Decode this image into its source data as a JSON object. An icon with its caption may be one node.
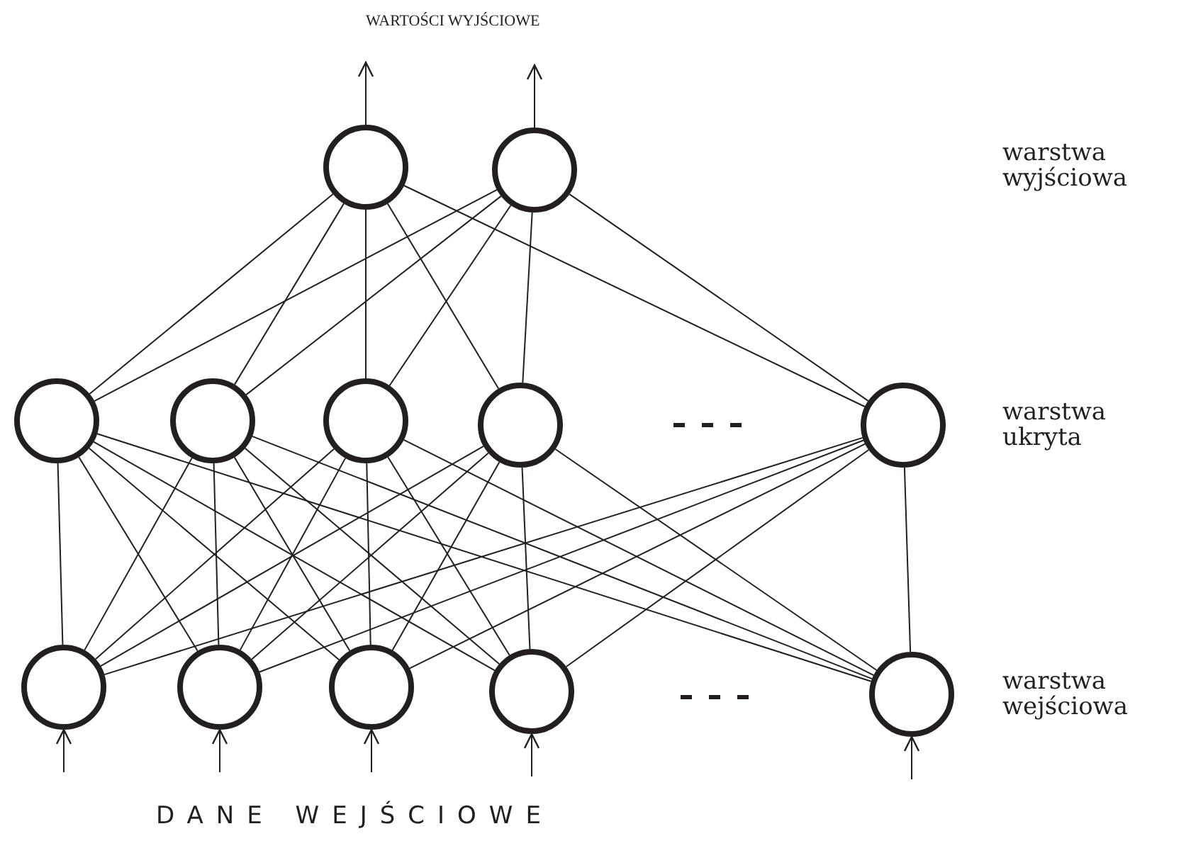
{
  "diagram": {
    "nodes": [
      {
        "text": [],
        "shape": "circle"
      },
      {
        "text": [],
        "shape": "circle"
      },
      {
        "text": [],
        "shape": "circle"
      },
      {
        "text": [],
        "shape": "circle"
      },
      {
        "text": [],
        "shape": "circle"
      },
      {
        "text": [],
        "shape": "circle"
      },
      {
        "text": [],
        "shape": "circle"
      },
      {
        "text": [],
        "shape": "circle"
      },
      {
        "text": [],
        "shape": "circle"
      },
      {
        "text": [],
        "shape": "circle"
      },
      {
        "text": [],
        "shape": "circle"
      },
      {
        "text": [],
        "shape": "circle"
      }
    ],
    "edges": [
      {
        "from": 0,
        "to": null,
        "arrow": "to"
      },
      {
        "from": 1,
        "to": null,
        "arrow": "to"
      },
      {
        "from": 2,
        "to": 0,
        "arrow": "none"
      },
      {
        "from": 2,
        "to": 1,
        "arrow": "none"
      },
      {
        "from": 3,
        "to": 0,
        "arrow": "none"
      },
      {
        "from": 3,
        "to": 1,
        "arrow": "none"
      },
      {
        "from": 4,
        "to": 0,
        "arrow": "none"
      },
      {
        "from": 4,
        "to": 1,
        "arrow": "none"
      },
      {
        "from": 5,
        "to": 0,
        "arrow": "none"
      },
      {
        "from": 5,
        "to": 1,
        "arrow": "none"
      },
      {
        "from": 6,
        "to": 0,
        "arrow": "none"
      },
      {
        "from": 6,
        "to": 1,
        "arrow": "none"
      },
      {
        "from": 7,
        "to": 2,
        "arrow": "none"
      },
      {
        "from": 7,
        "to": 3,
        "arrow": "none"
      },
      {
        "from": 7,
        "to": 4,
        "arrow": "none"
      },
      {
        "from": 7,
        "to": 5,
        "arrow": "none"
      },
      {
        "from": 7,
        "to": 6,
        "arrow": "none"
      },
      {
        "from": 8,
        "to": 2,
        "arrow": "none"
      },
      {
        "from": 8,
        "to": 3,
        "arrow": "none"
      },
      {
        "from": 8,
        "to": 4,
        "arrow": "none"
      },
      {
        "from": 8,
        "to": 5,
        "arrow": "none"
      },
      {
        "from": 8,
        "to": 6,
        "arrow": "none"
      },
      {
        "from": 9,
        "to": 2,
        "arrow": "none"
      },
      {
        "from": 9,
        "to": 3,
        "arrow": "none"
      },
      {
        "from": 9,
        "to": 4,
        "arrow": "none"
      },
      {
        "from": 9,
        "to": 5,
        "arrow": "none"
      },
      {
        "from": 9,
        "to": 6,
        "arrow": "none"
      },
      {
        "from": 10,
        "to": 2,
        "arrow": "none"
      },
      {
        "from": 10,
        "to": 3,
        "arrow": "none"
      },
      {
        "from": 10,
        "to": 4,
        "arrow": "none"
      },
      {
        "from": 10,
        "to": 5,
        "arrow": "none"
      },
      {
        "from": 10,
        "to": 6,
        "arrow": "none"
      },
      {
        "from": 11,
        "to": 2,
        "arrow": "none"
      },
      {
        "from": 11,
        "to": 3,
        "arrow": "none"
      },
      {
        "from": 11,
        "to": 4,
        "arrow": "none"
      },
      {
        "from": 11,
        "to": 5,
        "arrow": "none"
      },
      {
        "from": 11,
        "to": 6,
        "arrow": "none"
      },
      {
        "from": null,
        "to": 7,
        "arrow": "to"
      },
      {
        "from": null,
        "to": 8,
        "arrow": "to"
      },
      {
        "from": null,
        "to": 9,
        "arrow": "to"
      },
      {
        "from": null,
        "to": 10,
        "arrow": "to"
      },
      {
        "from": null,
        "to": 11,
        "arrow": "to"
      }
    ],
    "labels": [
      "WARTOŚCI WYJŚCIOWE",
      "warstwa wyjściowa",
      "warstwa ukryta",
      "warstwa wejściowa",
      "DANE WEJŚCIOWE"
    ]
  }
}
